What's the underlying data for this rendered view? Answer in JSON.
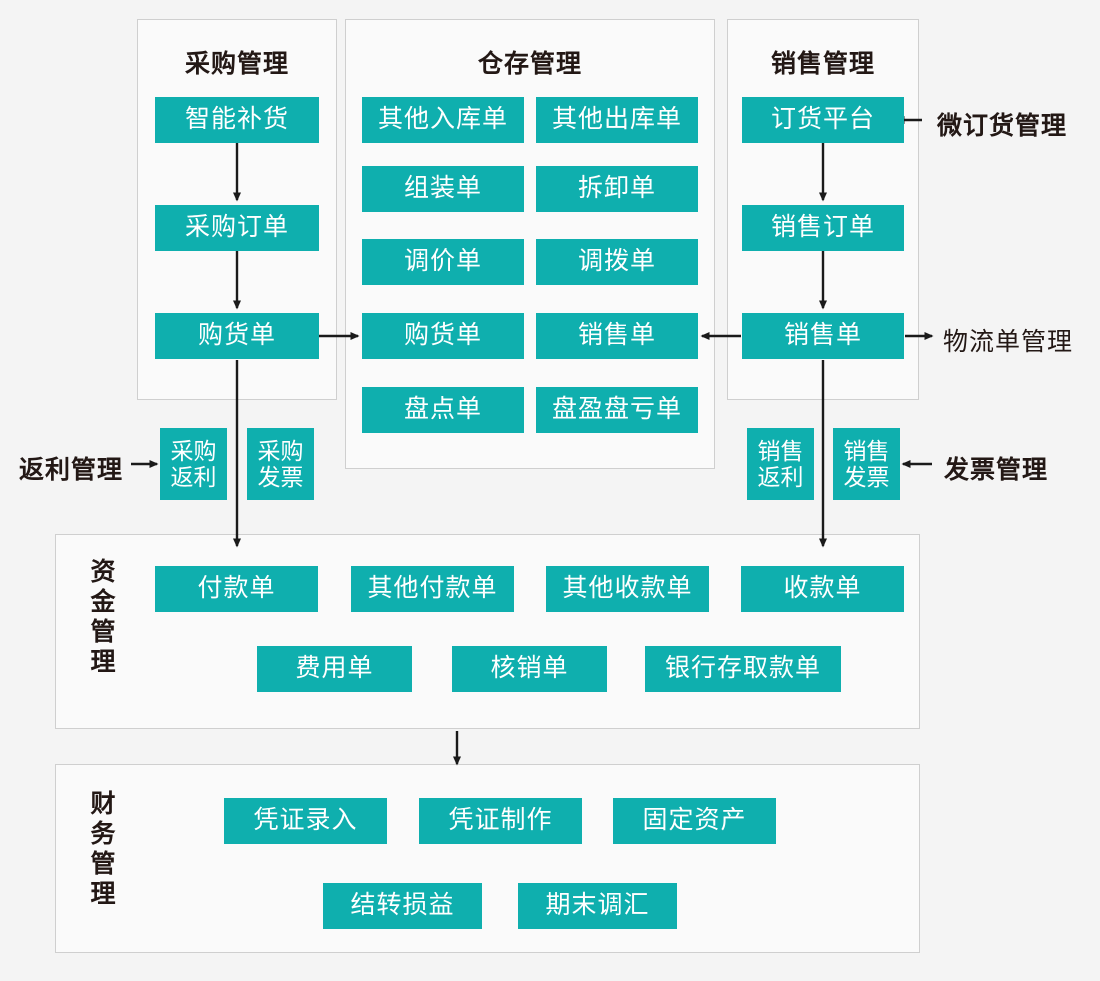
{
  "diagram": {
    "title_colors": {
      "accent": "#0fafae",
      "text": "#231815",
      "panel_bg": "#fafafa",
      "page_bg": "#f4f4f4",
      "panel_border": "#cfcfcf"
    },
    "panels": [
      {
        "id": "purchase",
        "title": "采购管理"
      },
      {
        "id": "warehouse",
        "title": "仓存管理"
      },
      {
        "id": "sales",
        "title": "销售管理"
      },
      {
        "id": "funds",
        "title": "资金管理"
      },
      {
        "id": "finance",
        "title": "财务管理"
      }
    ],
    "purchase_nodes": [
      {
        "label": "智能补货"
      },
      {
        "label": "采购订单"
      },
      {
        "label": "购货单"
      }
    ],
    "warehouse_nodes_left": [
      {
        "label": "其他入库单"
      },
      {
        "label": "组装单"
      },
      {
        "label": "调价单"
      },
      {
        "label": "购货单"
      },
      {
        "label": "盘点单"
      }
    ],
    "warehouse_nodes_right": [
      {
        "label": "其他出库单"
      },
      {
        "label": "拆卸单"
      },
      {
        "label": "调拨单"
      },
      {
        "label": "销售单"
      },
      {
        "label": "盘盈盘亏单"
      }
    ],
    "sales_nodes": [
      {
        "label": "订货平台"
      },
      {
        "label": "销售订单"
      },
      {
        "label": "销售单"
      }
    ],
    "mid_nodes": [
      {
        "label": "采购返利"
      },
      {
        "label": "采购发票"
      },
      {
        "label": "销售返利"
      },
      {
        "label": "销售发票"
      }
    ],
    "funds_nodes_row1": [
      {
        "label": "付款单"
      },
      {
        "label": "其他付款单"
      },
      {
        "label": "其他收款单"
      },
      {
        "label": "收款单"
      }
    ],
    "funds_nodes_row2": [
      {
        "label": "费用单"
      },
      {
        "label": "核销单"
      },
      {
        "label": "银行存取款单"
      }
    ],
    "finance_nodes_row1": [
      {
        "label": "凭证录入"
      },
      {
        "label": "凭证制作"
      },
      {
        "label": "固定资产"
      }
    ],
    "finance_nodes_row2": [
      {
        "label": "结转损益"
      },
      {
        "label": "期末调汇"
      }
    ],
    "external_labels": [
      {
        "id": "wechat-order",
        "label": "微订货管理",
        "bold": true
      },
      {
        "id": "logistics",
        "label": "物流单管理",
        "bold": false
      },
      {
        "id": "rebate",
        "label": "返利管理",
        "bold": true
      },
      {
        "id": "invoice",
        "label": "发票管理",
        "bold": true
      }
    ]
  }
}
